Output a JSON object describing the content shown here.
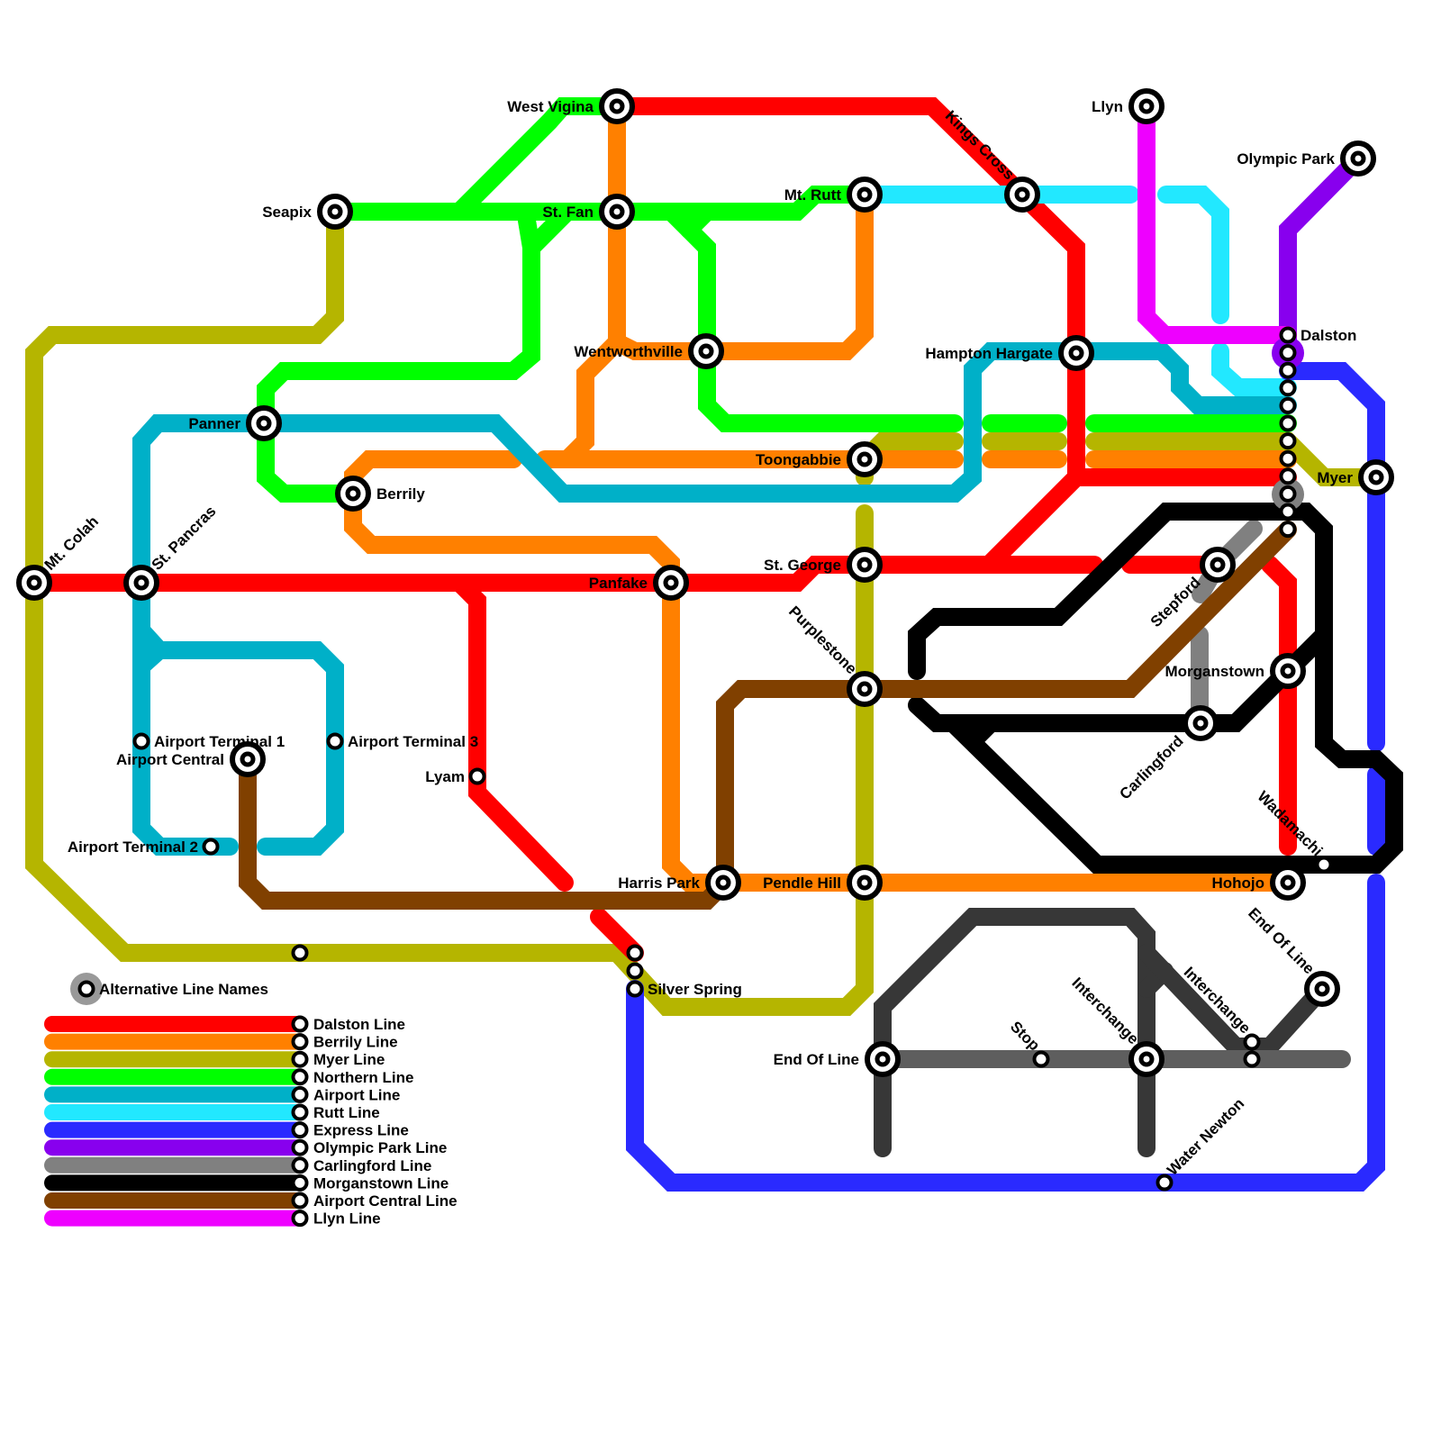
{
  "colors": {
    "dalston": "#ff0000",
    "berrily": "#ff8000",
    "myer": "#b5b500",
    "northern": "#00ff00",
    "airport": "#00b0c8",
    "rutt": "#22e8ff",
    "express": "#2a2aff",
    "olympic": "#8800ee",
    "carlingford": "#808080",
    "morganstown": "#000000",
    "airport_central": "#804000",
    "llyn": "#ee00ff",
    "dark_grey": "#373737",
    "mid_grey": "#5e5e5e"
  },
  "stations": {
    "west_vigina": "West Vigina",
    "seapix": "Seapix",
    "st_fan": "St. Fan",
    "mt_rutt": "Mt. Rutt",
    "kings_cross": "Kings Cross",
    "llyn": "Llyn",
    "olympic_park": "Olympic Park",
    "wentworthville": "Wentworthville",
    "hampton_hargate": "Hampton Hargate",
    "dalston": "Dalston",
    "panner": "Panner",
    "berrily": "Berrily",
    "toongabbie": "Toongabbie",
    "myer": "Myer",
    "mt_colah": "Mt. Colah",
    "st_pancras": "St. Pancras",
    "panfake": "Panfake",
    "st_george": "St. George",
    "stepford": "Stepford",
    "purplestone": "Purplestone",
    "morganstown": "Morganstown",
    "carlingford": "Carlingford",
    "airport_terminal_1": "Airport Terminal 1",
    "airport_terminal_3": "Airport Terminal 3",
    "airport_central": "Airport Central",
    "lyam": "Lyam",
    "airport_terminal_2": "Airport Terminal 2",
    "wadamachi": "Wadamachi",
    "harris_park": "Harris Park",
    "pendle_hill": "Pendle Hill",
    "hohojo": "Hohojo",
    "end_of_line_2": "End Of Line",
    "silver_spring": "Silver Spring",
    "alternative_line_names": "Alternative Line Names",
    "interchange_1": "Interchange",
    "interchange_2": "Interchange",
    "stop": "Stop",
    "end_of_line_1": "End Of Line",
    "water_newton": "Water Newton"
  },
  "legend": [
    {
      "name": "Dalston Line",
      "color": "#ff0000"
    },
    {
      "name": "Berrily Line",
      "color": "#ff8000"
    },
    {
      "name": "Myer Line",
      "color": "#b5b500"
    },
    {
      "name": "Northern Line",
      "color": "#00ff00"
    },
    {
      "name": "Airport Line",
      "color": "#00b0c8"
    },
    {
      "name": "Rutt Line",
      "color": "#22e8ff"
    },
    {
      "name": "Express Line",
      "color": "#2a2aff"
    },
    {
      "name": "Olympic Park Line",
      "color": "#8800ee"
    },
    {
      "name": "Carlingford Line",
      "color": "#808080"
    },
    {
      "name": "Morganstown Line",
      "color": "#000000"
    },
    {
      "name": "Airport Central Line",
      "color": "#804000"
    },
    {
      "name": "Llyn Line",
      "color": "#ee00ff"
    }
  ]
}
